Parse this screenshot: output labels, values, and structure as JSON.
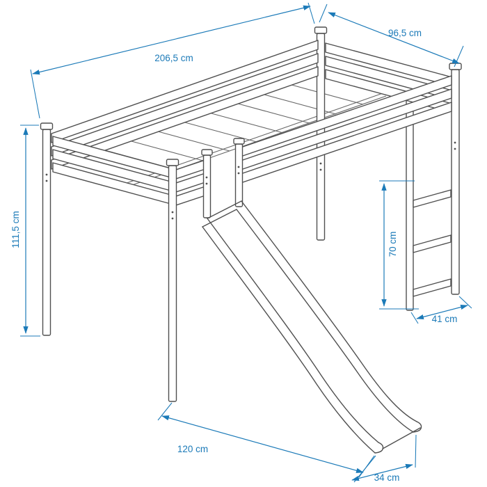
{
  "diagram": {
    "subject": "loft bed with slide and ladder - dimension drawing",
    "colors": {
      "outline": "#4f4f4f",
      "dimension": "#1b7ab8",
      "background": "#ffffff"
    },
    "dimensions": {
      "length": "206,5 cm",
      "depth": "96,5 cm",
      "height": "111,5 cm",
      "underbed_clearance": "70 cm",
      "ladder_depth": "41 cm",
      "slide_reach": "120 cm",
      "slide_end_width": "34 cm"
    }
  }
}
